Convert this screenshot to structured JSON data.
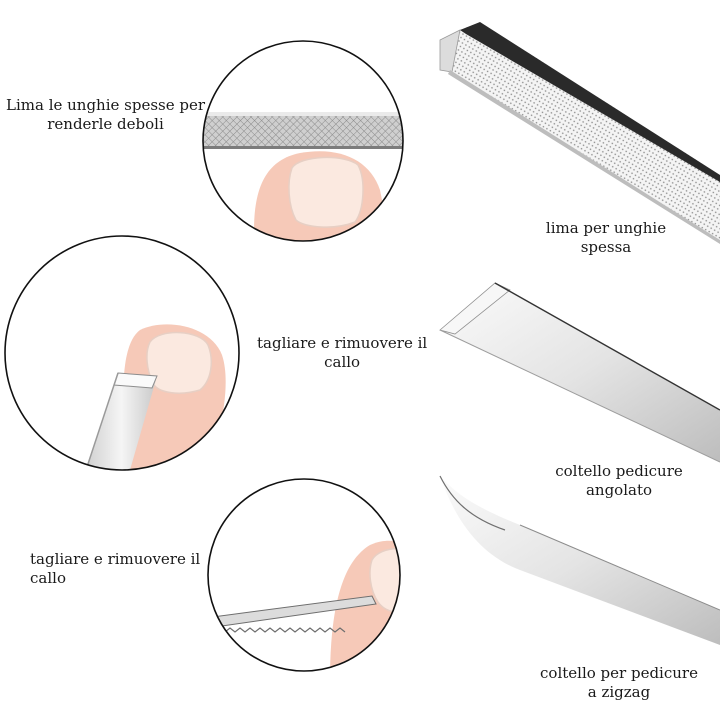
{
  "labels": {
    "file_use_line1": "Lima le unghie spesse per",
    "file_use_line2": "renderle deboli",
    "file_name_line1": "lima per unghie",
    "file_name_line2": "spessa",
    "cut_use_1_line1": "tagliare e rimuovere il",
    "cut_use_1_line2": "callo",
    "angled_knife_line1": "coltello pedicure",
    "angled_knife_line2": "angolato",
    "cut_use_2_line1": "tagliare e rimuovere il",
    "cut_use_2_line2": "callo",
    "zigzag_knife_line1": "coltello per pedicure",
    "zigzag_knife_line2": "a zigzag"
  },
  "colors": {
    "skin": "#f6c9b8",
    "nail": "#fbe9e0",
    "steel_light": "#f2f2f2",
    "steel_dark": "#9a9a9a",
    "circle_stroke": "#111111"
  }
}
